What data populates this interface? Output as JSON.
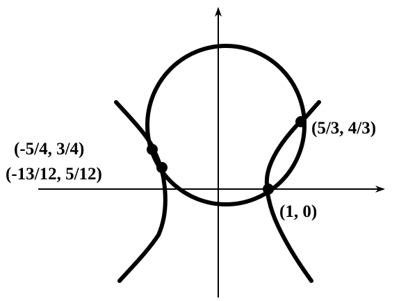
{
  "figure": {
    "ink_color": "#000000",
    "background_color": "#ffffff",
    "curves": [
      "circle",
      "hyperbola-left-branch",
      "hyperbola-right-branch"
    ],
    "axes": [
      "x-axis",
      "y-axis"
    ]
  },
  "points": [
    {
      "id": "p1",
      "label": "(-5/4, 3/4)"
    },
    {
      "id": "p2",
      "label": "(-13/12, 5/12)"
    },
    {
      "id": "p3",
      "label": "(5/3, 4/3)"
    },
    {
      "id": "p4",
      "label": "(1, 0)"
    }
  ]
}
